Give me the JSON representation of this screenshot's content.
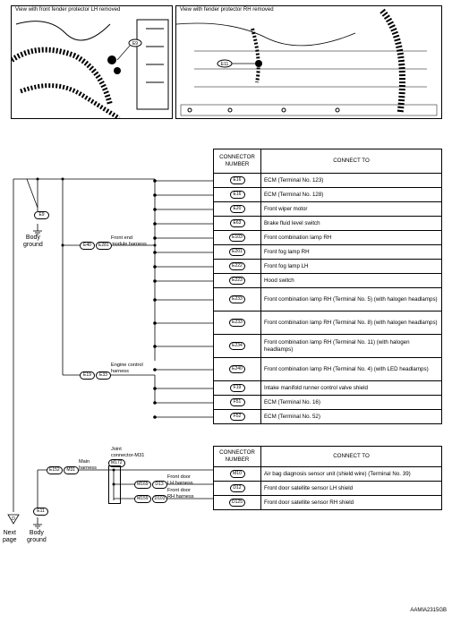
{
  "photos": [
    {
      "label": "View with front fender protector LH removed",
      "callout": "E9"
    },
    {
      "label": "View with fender protector RH removed",
      "callout": "E11"
    }
  ],
  "table1": {
    "header_connector": "CONNECTOR NUMBER",
    "header_connect_to": "CONNECT TO",
    "rows": [
      {
        "conn": "E16",
        "to": "ECM (Terminal No. 123)"
      },
      {
        "conn": "E16",
        "to": "ECM (Terminal No. 128)"
      },
      {
        "conn": "E20",
        "to": "Front wiper motor"
      },
      {
        "conn": "E63",
        "to": "Brake fluid level switch"
      },
      {
        "conn": "E103",
        "to": "Front combination lamp RH"
      },
      {
        "conn": "E201",
        "to": "Front fog lamp RH"
      },
      {
        "conn": "E222",
        "to": "Front fog lamp LH"
      },
      {
        "conn": "E223",
        "to": "Hood switch"
      },
      {
        "conn": "E233",
        "to": "Front combination lamp RH (Terminal No. 5) (with halogen headlamps)"
      },
      {
        "conn": "E233",
        "to": "Front combination lamp RH (Terminal No. 8) (with halogen headlamps)"
      },
      {
        "conn": "E234",
        "to": "Front combination lamp RH (Terminal No. 11) (with halogen headlamps)"
      },
      {
        "conn": "E240",
        "to": "Front combination lamp RH (Terminal No. 4) (with LED headlamps)"
      },
      {
        "conn": "F19",
        "to": "Intake manifold runner control valve shield"
      },
      {
        "conn": "F51",
        "to": "ECM (Terminal No. 16)"
      },
      {
        "conn": "F52",
        "to": "ECM (Terminal No. 52)"
      }
    ]
  },
  "table2": {
    "header_connector": "CONNECTOR NUMBER",
    "header_connect_to": "CONNECT TO",
    "rows": [
      {
        "conn": "M10",
        "to": "Air bag diagnosis sensor unit (shield wire) (Terminal No. 39)"
      },
      {
        "conn": "D12",
        "to": "Front door satellite sensor LH shield"
      },
      {
        "conn": "D125",
        "to": "Front door satellite sensor RH shield"
      }
    ]
  },
  "diagram1": {
    "ground_connector": "E9",
    "ground_label": "Body\nground",
    "harness1_label": "Front end\nmodule harness",
    "harness1_conns": [
      "E40",
      "E281"
    ],
    "harness2_label": "Engine control\nharness",
    "harness2_conns": [
      "E19",
      "E33"
    ]
  },
  "diagram2": {
    "main_harness_label": "Main\nharness",
    "main_conns": [
      "E152",
      "M31"
    ],
    "joint_label": "Joint\nconnector-M31",
    "joint_conn": "M172",
    "lh_label": "Front door\nLH harness",
    "lh_conns": [
      "M169",
      "D13"
    ],
    "rh_label": "Front door\nRH harness",
    "rh_conns": [
      "M159",
      "D103"
    ],
    "next_page_symbol": "D",
    "next_page_label": "Next\npage",
    "ground_connector": "E11",
    "ground_label": "Body\nground"
  },
  "figure_id": "AAMIA2315GB"
}
